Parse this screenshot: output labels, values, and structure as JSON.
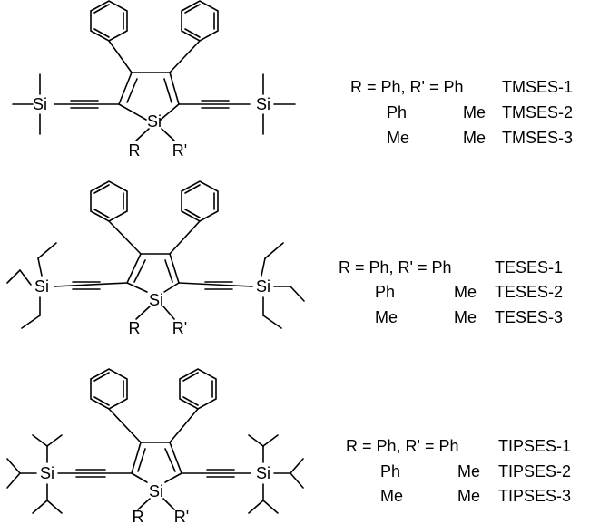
{
  "atoms": {
    "si": "Si",
    "r": "R",
    "r_prime": "R'"
  },
  "compounds": [
    {
      "family": "TMS",
      "rows": [
        {
          "r": "R = Ph, R' = Ph",
          "rprime": "",
          "name": "TMSES-1"
        },
        {
          "r": "Ph",
          "rprime": "Me",
          "name": "TMSES-2"
        },
        {
          "r": "Me",
          "rprime": "Me",
          "name": "TMSES-3"
        }
      ]
    },
    {
      "family": "TES",
      "rows": [
        {
          "r": "R = Ph, R' = Ph",
          "rprime": "",
          "name": "TESES-1"
        },
        {
          "r": "Ph",
          "rprime": "Me",
          "name": "TESES-2"
        },
        {
          "r": "Me",
          "rprime": "Me",
          "name": "TESES-3"
        }
      ]
    },
    {
      "family": "TIPS",
      "rows": [
        {
          "r": "R = Ph, R' = Ph",
          "rprime": "",
          "name": "TIPSES-1"
        },
        {
          "r": "Ph",
          "rprime": "Me",
          "name": "TIPSES-2"
        },
        {
          "r": "Me",
          "rprime": "Me",
          "name": "TIPSES-3"
        }
      ]
    }
  ]
}
